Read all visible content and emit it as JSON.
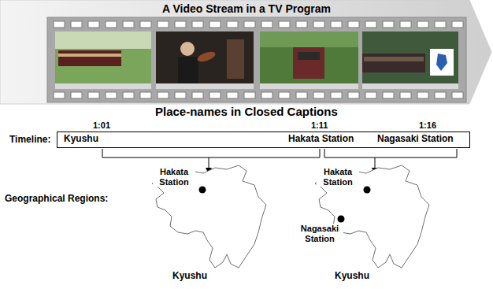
{
  "diagram": {
    "title": "A Video Stream in a TV Program",
    "nodes": [
      {
        "text": [
          "Kyushu",
          "Hakata Station",
          "Nagasaki Station"
        ]
      }
    ],
    "labels": [
      "Place-names in Closed Captions",
      "1:01",
      "1:11",
      "1:16",
      "Timeline:",
      "Geographical Regions:",
      "Hakata Station",
      "Kyushu",
      "Hakata Station",
      "Nagasaki Station",
      "Kyushu"
    ]
  }
}
